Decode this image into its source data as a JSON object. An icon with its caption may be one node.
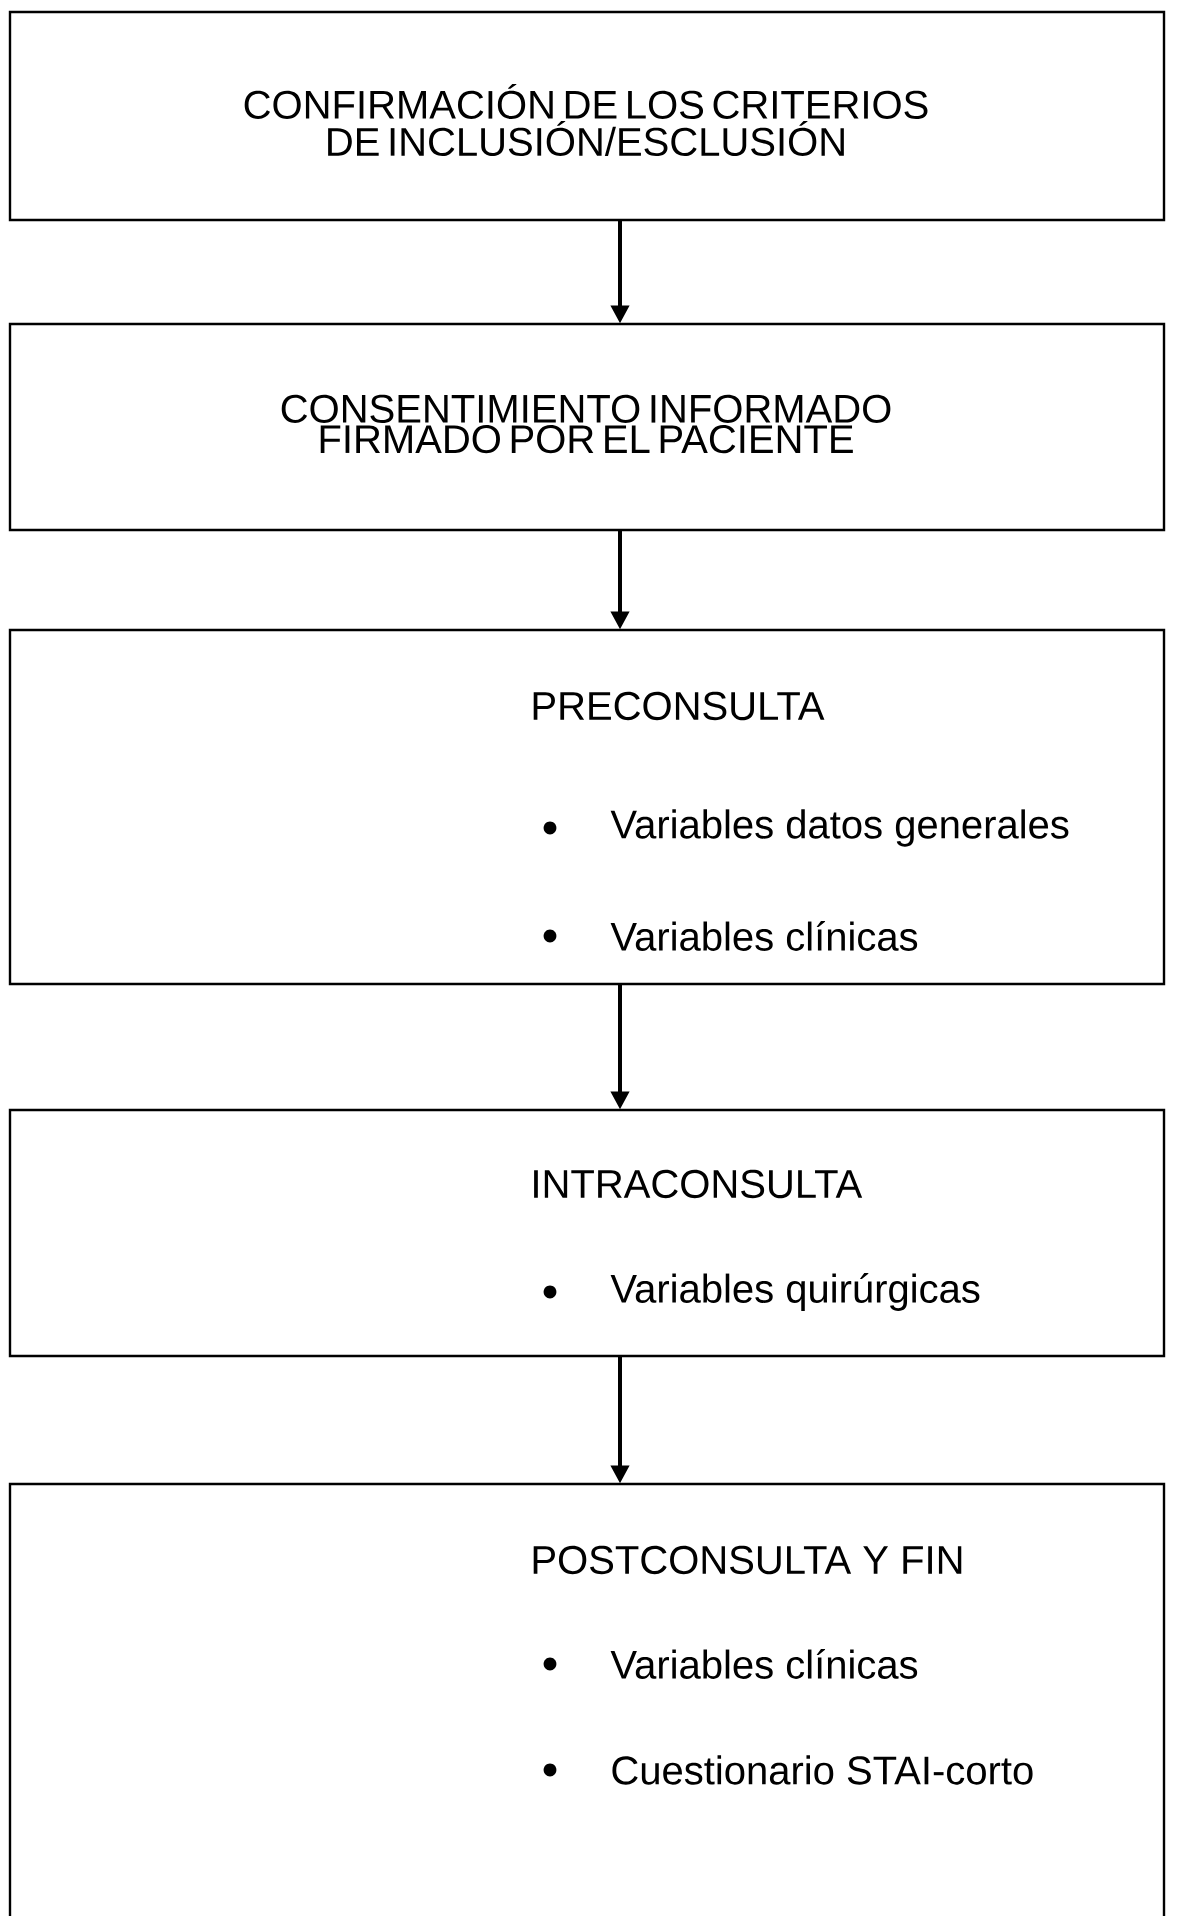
{
  "diagram": {
    "nodes": [
      {
        "text": [
          "CONFIRMACIÓN DE LOS CRITERIOS DE INCLUSIÓN/ESCLUSIÓN"
        ]
      },
      {
        "text": [
          "CONSENTIMIENTO INFORMADO FIRMADO POR EL PACIENTE"
        ]
      },
      {
        "text": [
          "PRECONSULTA",
          "Variables datos generales",
          "Variables clínicas"
        ]
      },
      {
        "text": [
          "INTRACONSULTA",
          "Variables quirúrgicas"
        ]
      },
      {
        "text": [
          "POSTCONSULTA Y FIN",
          "Variables clínicas",
          "Cuestionario STAI-corto"
        ]
      }
    ],
    "edges": [
      {
        "from": 0,
        "to": 1,
        "arrow": "to"
      },
      {
        "from": 1,
        "to": 2,
        "arrow": "to"
      },
      {
        "from": 2,
        "to": 3,
        "arrow": "to"
      },
      {
        "from": 3,
        "to": 4,
        "arrow": "to"
      }
    ]
  }
}
